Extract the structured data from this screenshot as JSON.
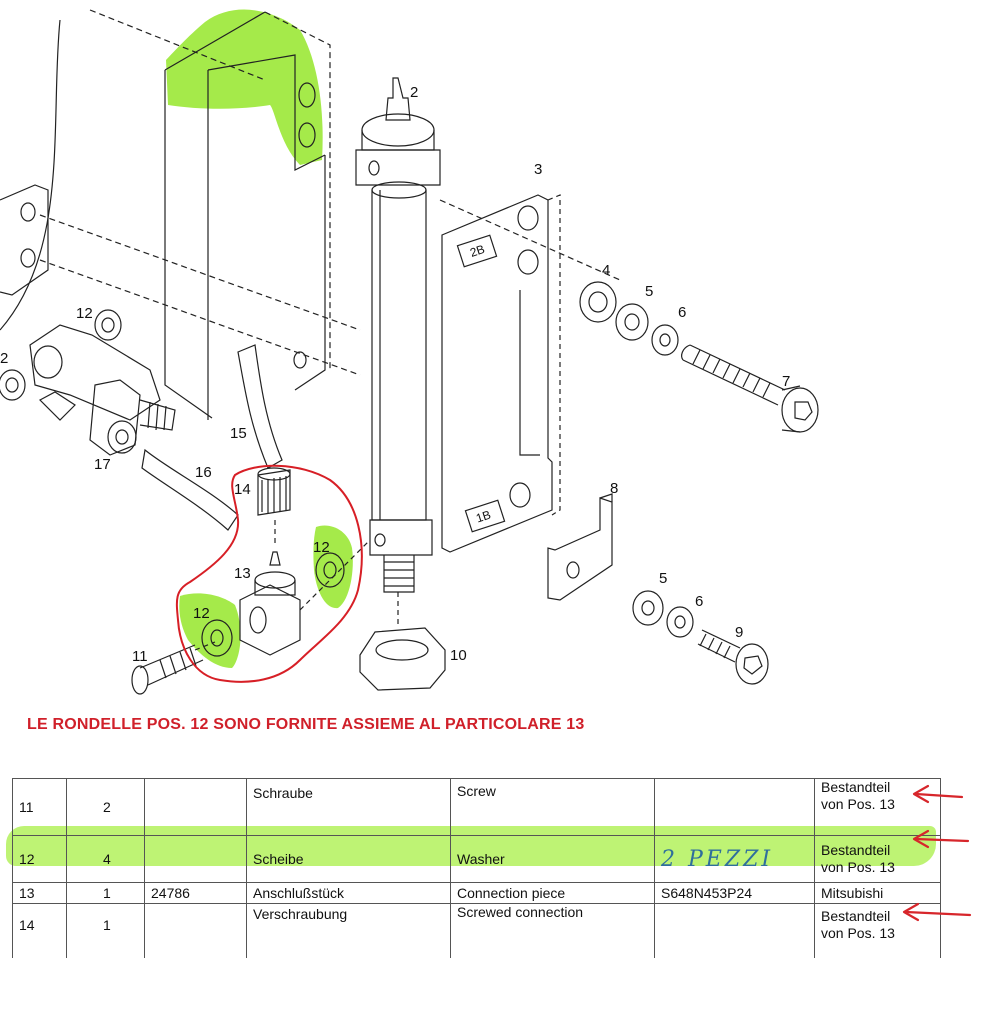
{
  "drawing": {
    "part_numbers": [
      "2",
      "3",
      "4",
      "5",
      "6",
      "7",
      "8",
      "5",
      "6",
      "9",
      "10",
      "11",
      "12",
      "12",
      "12",
      "13",
      "14",
      "15",
      "16",
      "17",
      "2"
    ],
    "plate_labels": [
      "2B",
      "1B"
    ],
    "colors": {
      "line": "#222222",
      "highlight": "#8fe51d",
      "circle": "#d71f26"
    }
  },
  "note": "LE RONDELLE POS. 12 SONO FORNITE ASSIEME AL PARTICOLARE 13",
  "table": {
    "rows": [
      {
        "pos": "11",
        "qty": "2",
        "part": "",
        "de": "Schraube",
        "en": "Screw",
        "code": "",
        "mfr": [
          "Bestandteil",
          "von Pos. 13"
        ]
      },
      {
        "pos": "12",
        "qty": "4",
        "part": "",
        "de": "Scheibe",
        "en": "Washer",
        "code": "",
        "mfr": [
          "Bestandteil",
          "von Pos. 13"
        ]
      },
      {
        "pos": "13",
        "qty": "1",
        "part": "24786",
        "de": "Anschlußstück",
        "en": "Connection piece",
        "code": "S648N453P24",
        "mfr": [
          "Mitsubishi"
        ]
      },
      {
        "pos": "14",
        "qty": "1",
        "part": "",
        "de": "Verschraubung",
        "en": "Screwed connection",
        "code": "",
        "mfr": [
          "Bestandteil",
          "von Pos. 13"
        ]
      }
    ],
    "handwritten_note": "2 PEZZI",
    "arrow_color": "#d7262b"
  }
}
